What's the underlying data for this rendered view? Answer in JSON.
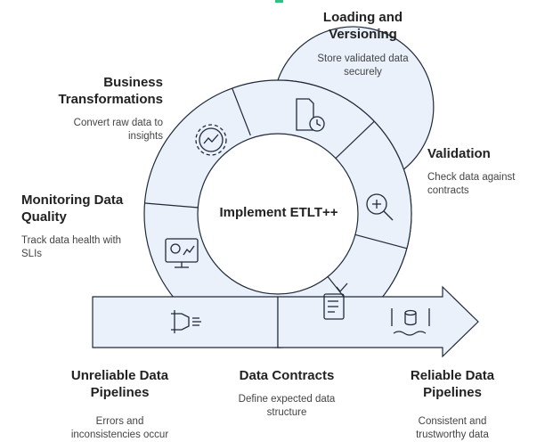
{
  "center": {
    "title": "Implement ETLT++"
  },
  "stages": {
    "loading": {
      "title": "Loading and Versioning",
      "desc": "Store validated data securely"
    },
    "business": {
      "title": "Business Transformations",
      "desc": "Convert raw data to insights"
    },
    "validation": {
      "title": "Validation",
      "desc": "Check data against contracts"
    },
    "monitoring": {
      "title": "Monitoring Data Quality",
      "desc": "Track data health with SLIs"
    },
    "unreliable": {
      "title": "Unreliable Data Pipelines",
      "desc": "Errors and inconsistencies occur"
    },
    "contracts": {
      "title": "Data Contracts",
      "desc": "Define expected data structure"
    },
    "reliable": {
      "title": "Reliable Data Pipelines",
      "desc": "Consistent and trustworthy data"
    }
  },
  "icons": {
    "loading": "document-clock-icon",
    "business": "gear-chart-icon",
    "validation": "magnifier-plus-icon",
    "monitoring": "monitor-dashboard-icon",
    "unreliable": "leaking-pipe-icon",
    "contracts": "checklist-icon",
    "reliable": "database-pipeline-icon"
  },
  "colors": {
    "fill": "#eaf1fb",
    "stroke": "#1f2a3a",
    "accent": "#2ec27e"
  }
}
